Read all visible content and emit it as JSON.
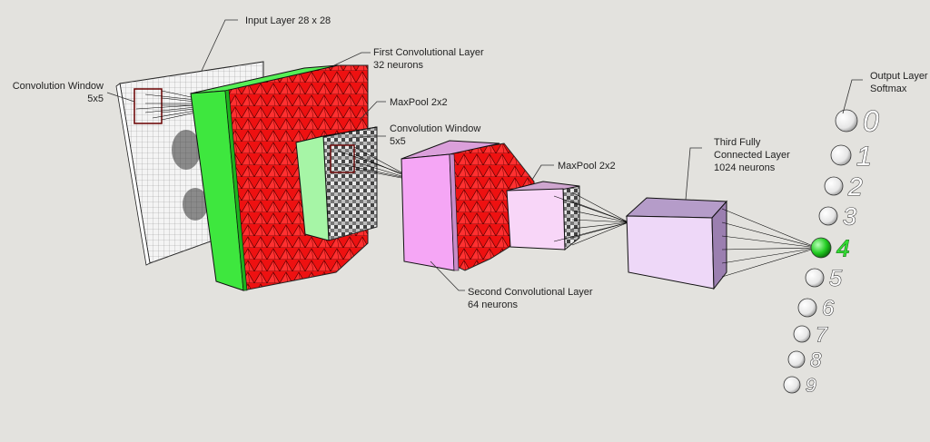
{
  "labels": {
    "input_layer": "Input Layer 28 x 28",
    "conv_window_1_title": "Convolution Window",
    "conv_window_1_size": "5x5",
    "first_conv_title": "First Convolutional Layer",
    "first_conv_neurons": "32 neurons",
    "maxpool_1": "MaxPool 2x2",
    "conv_window_2_title": "Convolution Window",
    "conv_window_2_size": "5x5",
    "second_conv_title": "Second Convolutional Layer",
    "second_conv_neurons": "64 neurons",
    "maxpool_2": "MaxPool 2x2",
    "fc_line1": "Third Fully",
    "fc_line2": "Connected Layer",
    "fc_line3": "1024 neurons",
    "output_title": "Output Layer",
    "output_sub": "Softmax"
  },
  "outputs": {
    "digits": [
      "0",
      "1",
      "2",
      "3",
      "4",
      "5",
      "6",
      "7",
      "8",
      "9"
    ],
    "active_index": 4
  },
  "colors": {
    "background": "#e3e2de",
    "conv1_green": "#3ee73e",
    "feature_red": "#ee1111",
    "pool1_green": "#a6f5a6",
    "conv2_pink": "#f5a6f5",
    "pool2_pink": "#f8d6f8",
    "fc_lavender": "#eed8f8",
    "active_output": "#22cc22"
  }
}
